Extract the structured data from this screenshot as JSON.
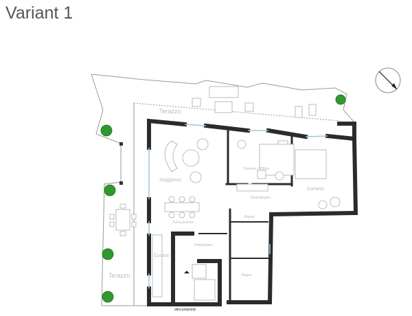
{
  "title": "Variant 1",
  "rooms": {
    "terrace_top": "Terazzo",
    "terrace_left": "Terazzo",
    "living": "Soggiorno",
    "office": "Camera / Office",
    "hall_top": "Disimpegno",
    "bedroom": "Camera",
    "dining": "Zona pranzo",
    "kitchen": "Cucina",
    "hall_bottom": "Disimpegno",
    "bath_top": "Bagno",
    "bath_bottom": "Bagno"
  },
  "footer_note": "altra proprietà",
  "colors": {
    "wall": "#2b2b2b",
    "window": "#9cc8dc",
    "tree": "#2e9a2e",
    "label": "#b8b8b8"
  }
}
